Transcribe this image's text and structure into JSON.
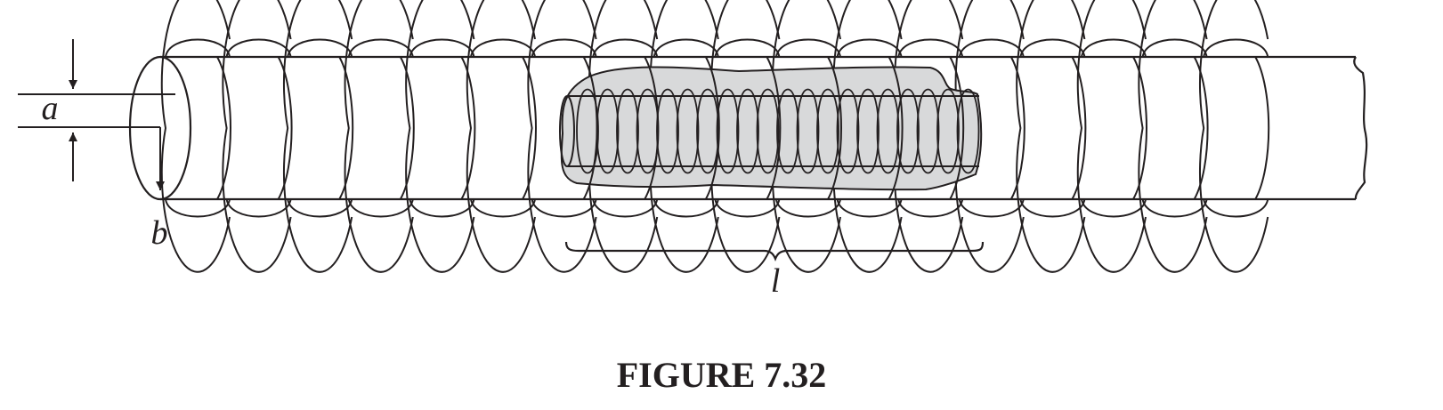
{
  "diagram": {
    "labels": {
      "inner_radius": "a",
      "outer_radius": "b",
      "length": "l"
    },
    "caption": "FIGURE 7.32",
    "colors": {
      "ink": "#231f20",
      "shade": "#d8d9da",
      "paper": "#ffffff"
    }
  }
}
